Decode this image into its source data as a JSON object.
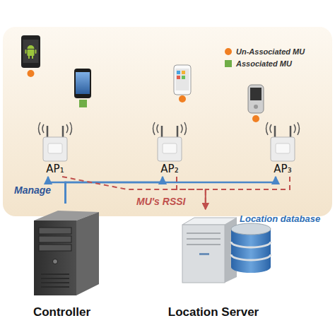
{
  "diagram": {
    "nodes": [
      {
        "text": [
          "AP₁"
        ]
      },
      {
        "text": [
          "AP₂"
        ]
      },
      {
        "text": [
          "AP₃"
        ]
      },
      {
        "text": [
          "Controller"
        ]
      },
      {
        "text": [
          "Location Server"
        ]
      }
    ],
    "edges": [
      {
        "from": 3,
        "to": 0,
        "arrow": "to",
        "label": "Manage"
      },
      {
        "from": 3,
        "to": 1,
        "arrow": "to"
      },
      {
        "from": 3,
        "to": 2,
        "arrow": "to"
      },
      {
        "from": 0,
        "to": 4,
        "arrow": "to",
        "label": "MU's RSSI"
      },
      {
        "from": 1,
        "to": 4,
        "arrow": "to"
      },
      {
        "from": 2,
        "to": 4,
        "arrow": "to"
      }
    ],
    "labels": [
      "Location database"
    ],
    "legend": [
      {
        "text": "Un-Associated MU",
        "color": "#f07f22"
      },
      {
        "text": "Associated MU",
        "color": "#70ad47"
      }
    ]
  }
}
